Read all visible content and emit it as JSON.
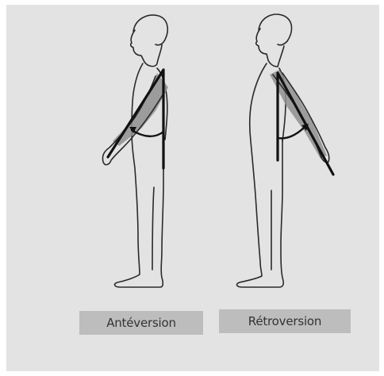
{
  "labels": {
    "anteversion": "Antéversion",
    "retroversion": "Rétroversion"
  },
  "colors": {
    "panel_background": "#e3e3e3",
    "label_box": "#bdbdbd",
    "arm_highlight": "#8f8f8f",
    "angle_line": "#111111"
  },
  "figures": [
    {
      "name": "standing-figure-arm-forward",
      "arm_direction": "forward"
    },
    {
      "name": "standing-figure-arm-backward",
      "arm_direction": "backward"
    }
  ]
}
